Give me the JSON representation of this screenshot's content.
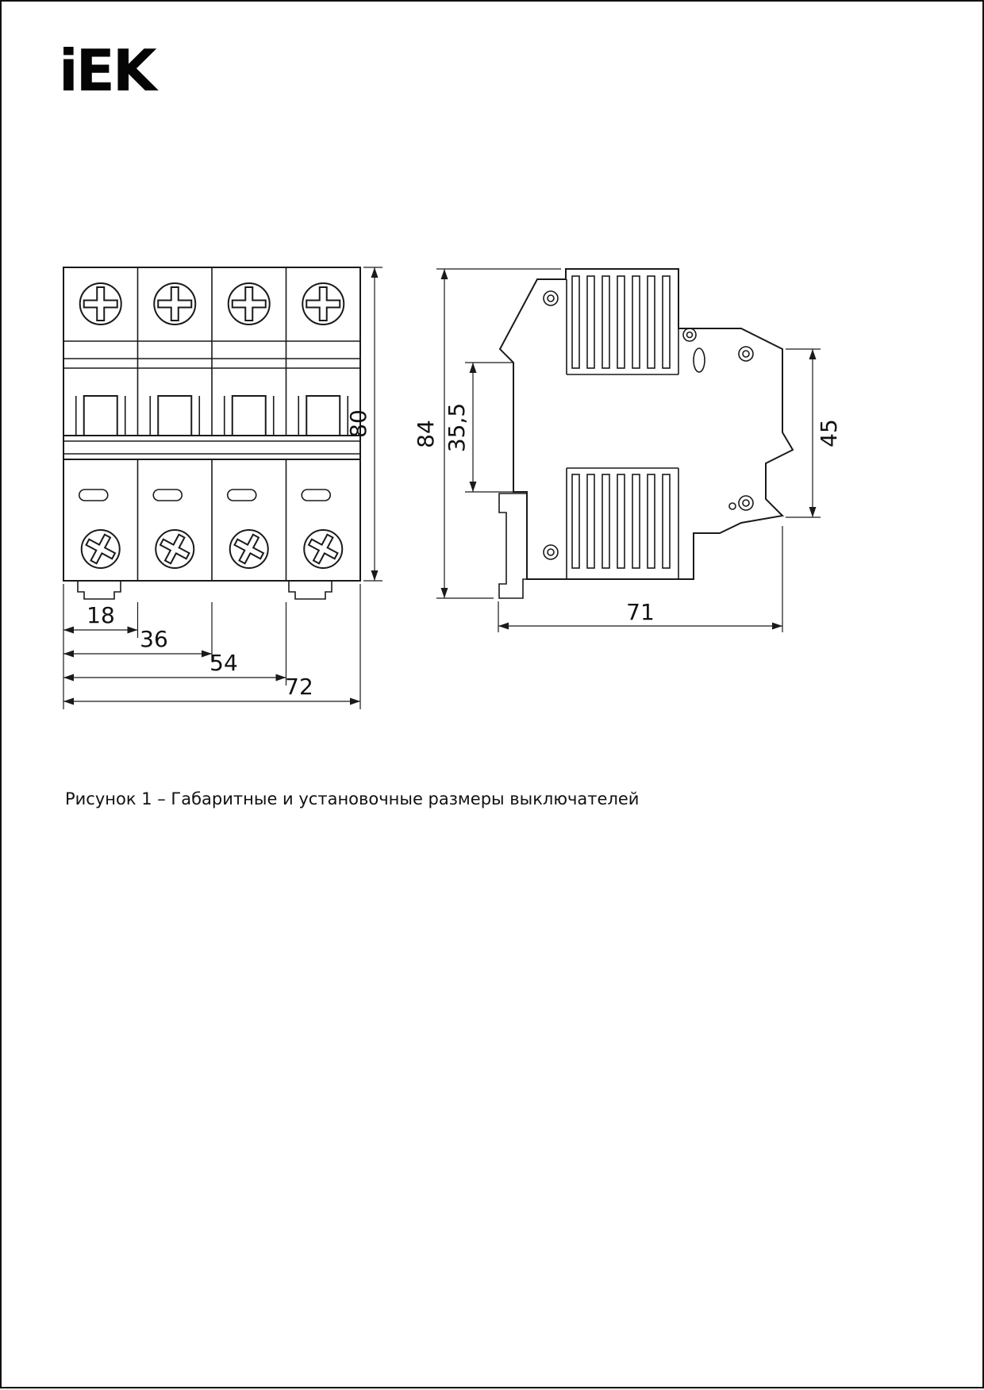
{
  "page": {
    "logo_text": "iEK",
    "caption": "Рисунок 1 – Габаритные и установочные размеры выключателей"
  },
  "front_view": {
    "title": "front-view-4-pole-breaker",
    "dim_height": "80",
    "dim_w1": "18",
    "dim_w2": "36",
    "dim_w3": "54",
    "dim_w4": "72"
  },
  "side_view": {
    "title": "side-view-breaker",
    "dim_height": "84",
    "dim_rail": "35,5",
    "dim_right": "45",
    "dim_depth": "71"
  }
}
